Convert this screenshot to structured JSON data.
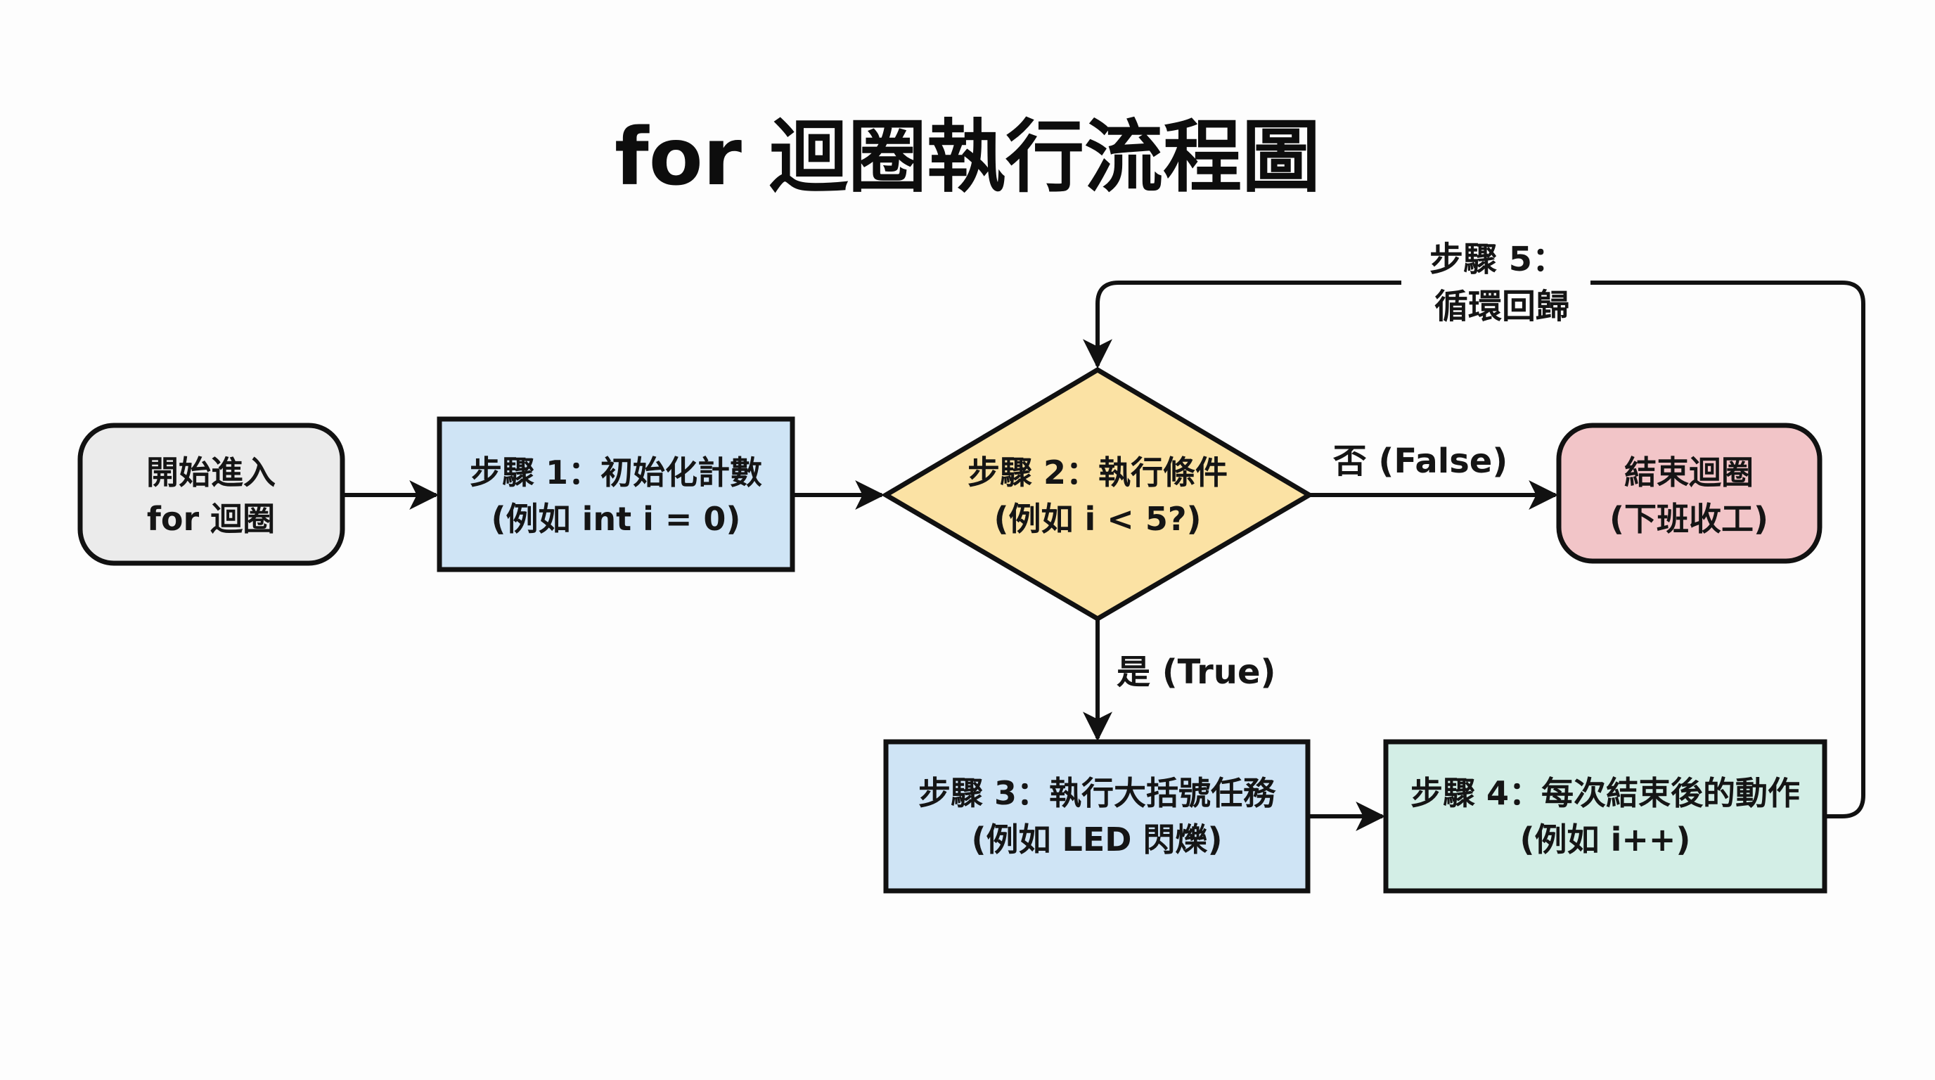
{
  "title": "for 迴圈執行流程圖",
  "colors": {
    "stroke": "#111111",
    "start_fill": "#ebebeb",
    "step1_fill": "#cfe4f5",
    "decision_fill": "#fbe2a4",
    "end_fill": "#f2c5c8",
    "step3_fill": "#cfe4f5",
    "step4_fill": "#d3eee6",
    "background": "#fdfdfd"
  },
  "nodes": {
    "start": {
      "lines": [
        "開始進入",
        "for 迴圈"
      ],
      "shape": "rounded-rectangle"
    },
    "step1": {
      "lines": [
        "步驟 1：初始化計數",
        "(例如 int i = 0)"
      ],
      "shape": "rectangle"
    },
    "step2": {
      "lines": [
        "步驟 2：執行條件",
        "(例如 i < 5?)"
      ],
      "shape": "diamond"
    },
    "end": {
      "lines": [
        "結束迴圈",
        "(下班收工)"
      ],
      "shape": "rounded-rectangle"
    },
    "step3": {
      "lines": [
        "步驟 3：執行大括號任務",
        "(例如 LED 閃爍)"
      ],
      "shape": "rectangle"
    },
    "step4": {
      "lines": [
        "步驟 4：每次結束後的動作",
        "(例如 i++)"
      ],
      "shape": "rectangle"
    }
  },
  "edges": [
    {
      "from": "start",
      "to": "step1",
      "label": ""
    },
    {
      "from": "step1",
      "to": "step2",
      "label": ""
    },
    {
      "from": "step2",
      "to": "end",
      "label": "否 (False)"
    },
    {
      "from": "step2",
      "to": "step3",
      "label": "是 (True)"
    },
    {
      "from": "step3",
      "to": "step4",
      "label": ""
    },
    {
      "from": "step4",
      "to": "step2",
      "label_lines": [
        "步驟 5：",
        "循環回歸"
      ]
    }
  ]
}
